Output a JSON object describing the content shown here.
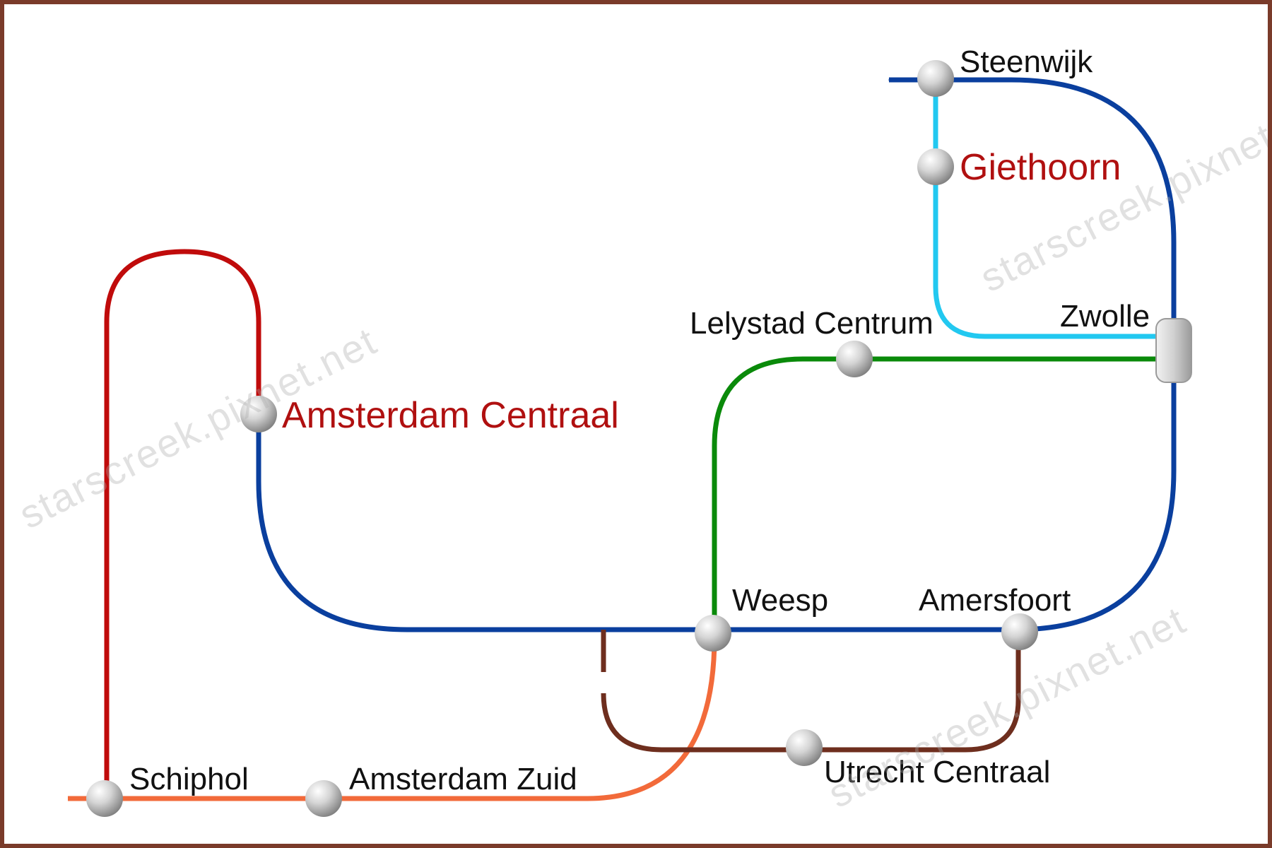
{
  "map": {
    "border_color": "#7a3b2a",
    "line_colors": {
      "blue": "#0a3f9e",
      "red": "#c00b0b",
      "light_blue": "#22c8f0",
      "green": "#0a8a0a",
      "orange": "#f26a3a",
      "brown": "#6e2e1e"
    },
    "stations": {
      "steenwijk": {
        "name": "Steenwijk",
        "highlight": false
      },
      "giethoorn": {
        "name": "Giethoorn",
        "highlight": true
      },
      "zwolle": {
        "name": "Zwolle",
        "highlight": false
      },
      "lelystad": {
        "name": "Lelystad Centrum",
        "highlight": false
      },
      "amsterdam_centraal": {
        "name": "Amsterdam Centraal",
        "highlight": true
      },
      "weesp": {
        "name": "Weesp",
        "highlight": false
      },
      "amersfoort": {
        "name": "Amersfoort",
        "highlight": false
      },
      "schiphol": {
        "name": "Schiphol",
        "highlight": false
      },
      "amsterdam_zuid": {
        "name": "Amsterdam Zuid",
        "highlight": false
      },
      "utrecht": {
        "name": "Utrecht Centraal",
        "highlight": false
      }
    },
    "highlight_color": "#b01010",
    "watermark": "starscreek.pixnet.net"
  }
}
